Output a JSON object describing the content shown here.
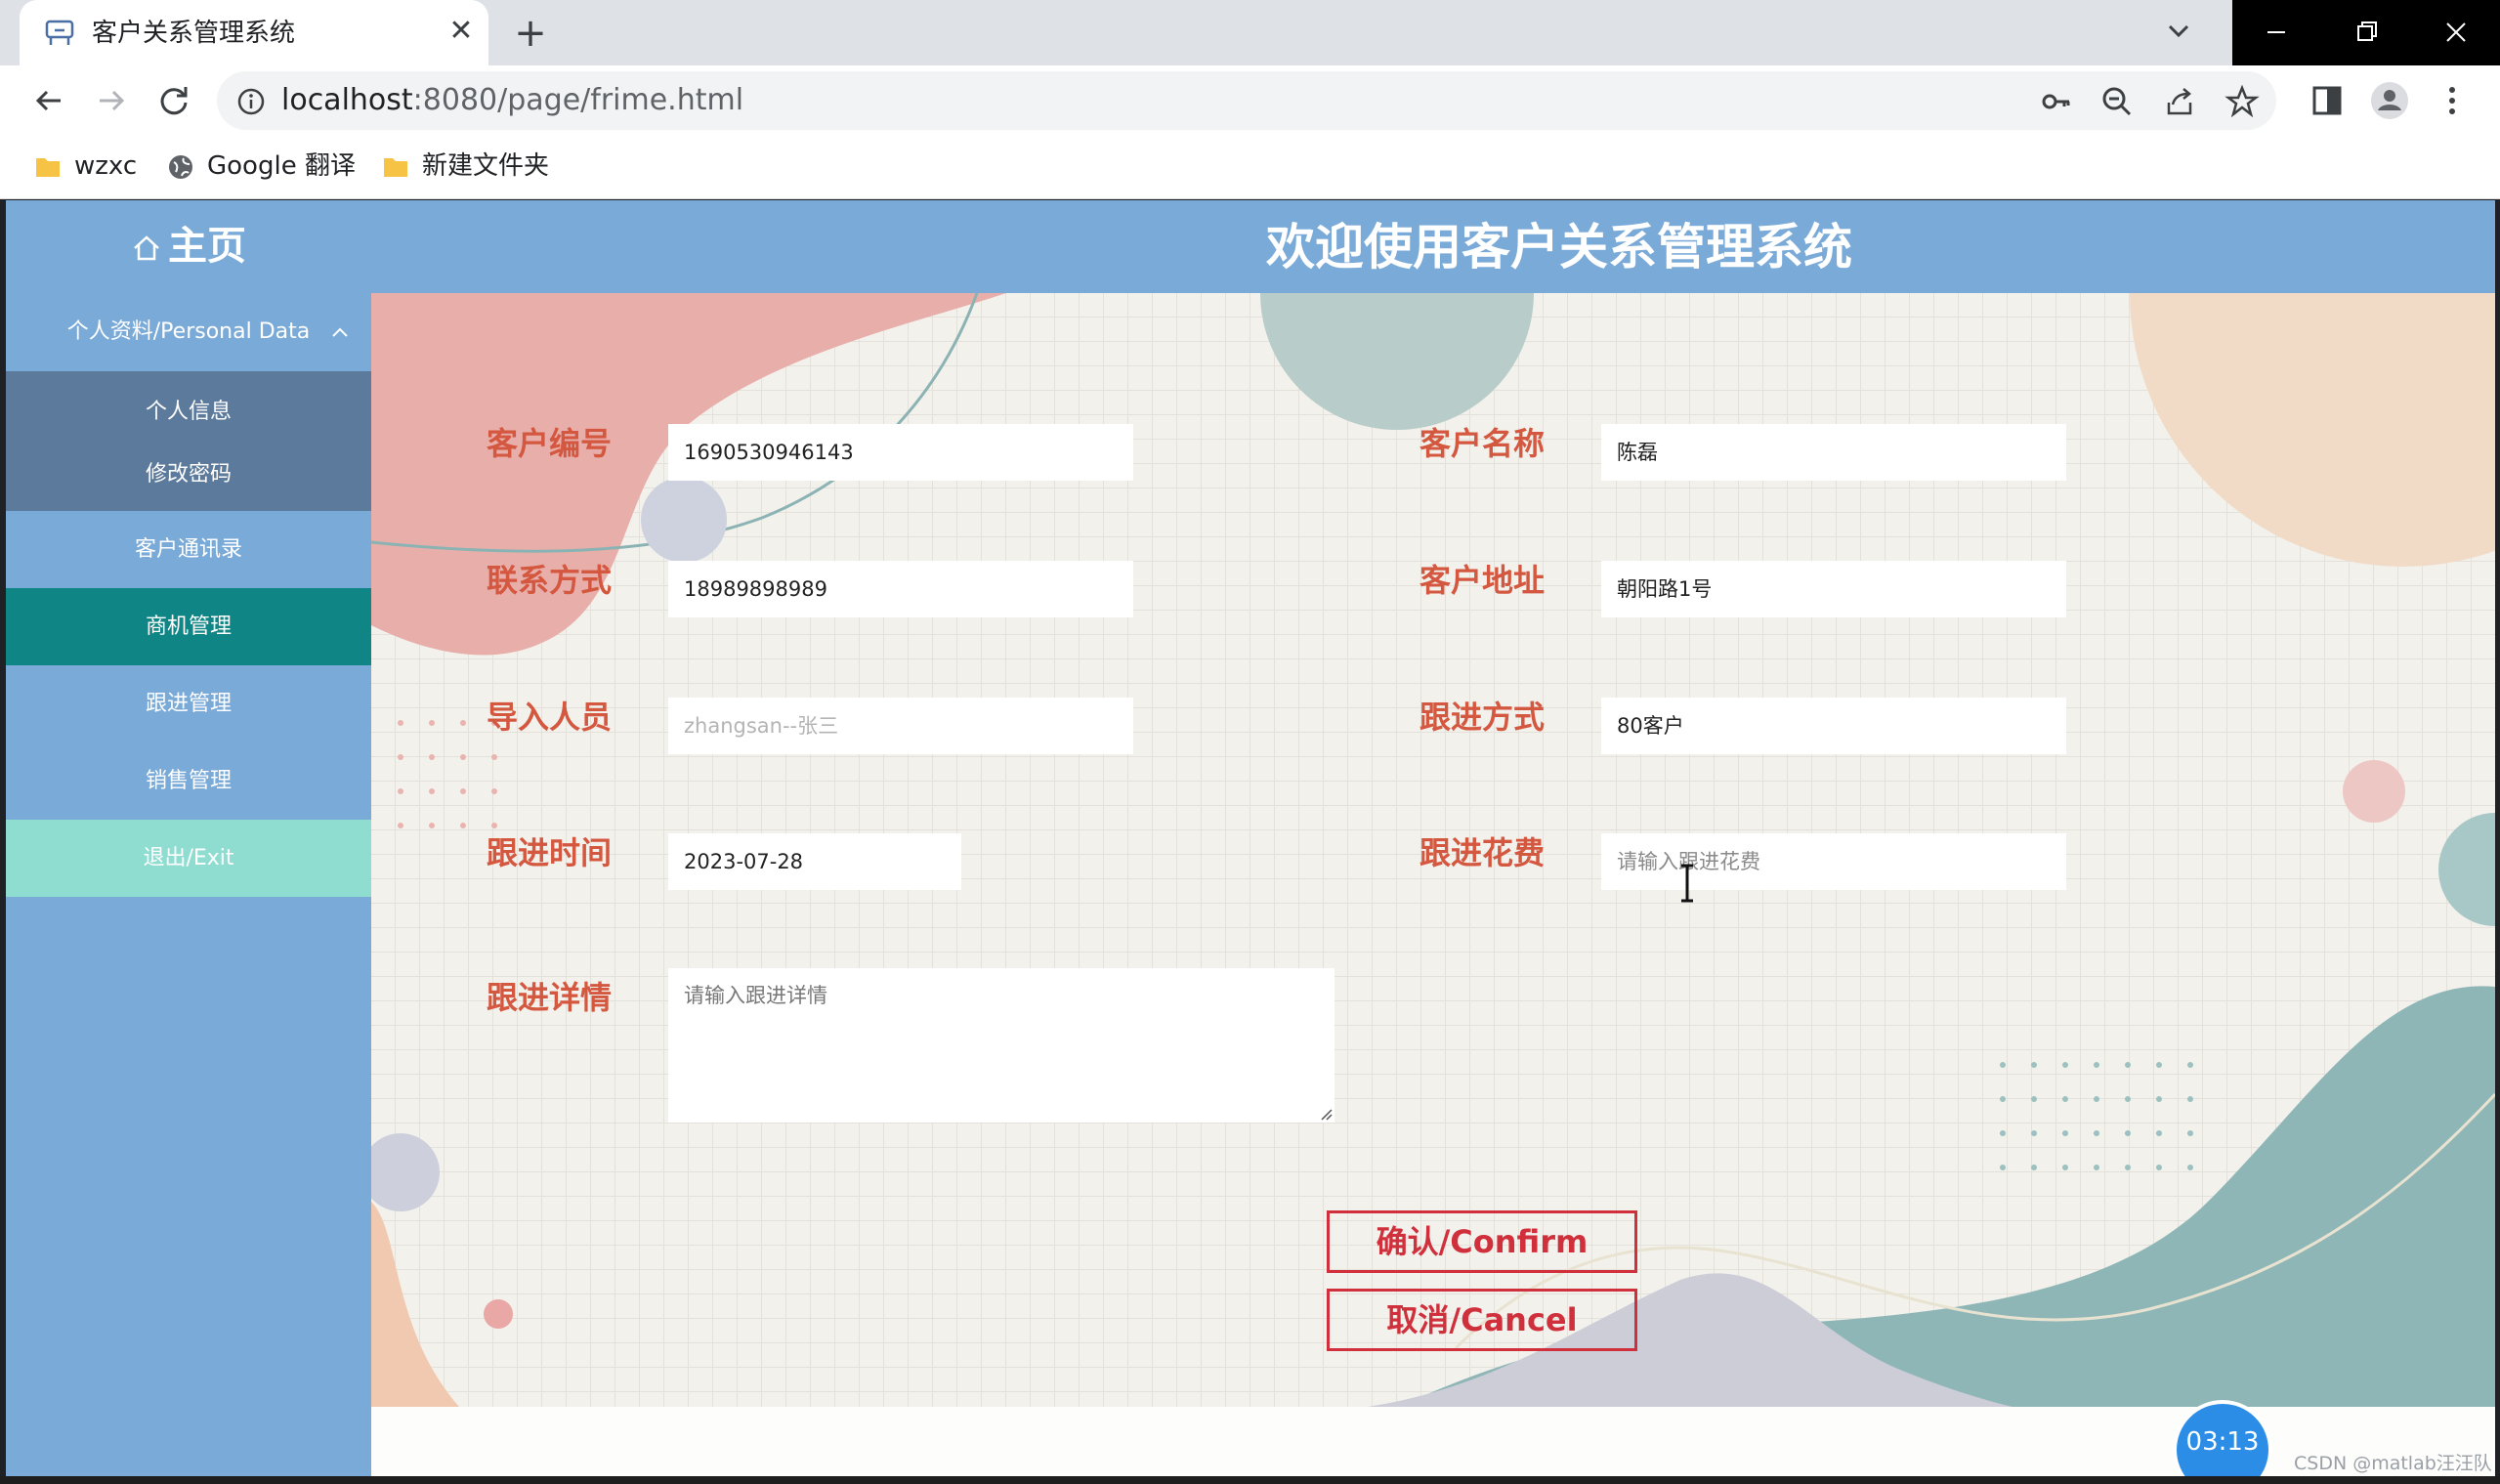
{
  "browser": {
    "tab_title": "客户关系管理系统",
    "tab_close": "✕",
    "new_tab": "+",
    "url_host": "localhost",
    "url_rest": ":8080/page/frime.html",
    "bookmarks": [
      {
        "label": "wzxc",
        "icon": "folder-icon"
      },
      {
        "label": "Google 翻译",
        "icon": "globe-icon"
      },
      {
        "label": "新建文件夹",
        "icon": "folder-icon"
      }
    ]
  },
  "header": {
    "home_label": "主页",
    "welcome": "欢迎使用客户关系管理系统"
  },
  "sidebar": {
    "group_label": "个人资料/Personal Data",
    "sub_items": [
      "个人信息",
      "修改密码"
    ],
    "items": [
      "客户通讯录",
      "商机管理",
      "跟进管理",
      "销售管理",
      "退出/Exit"
    ],
    "active_item": "商机管理"
  },
  "form": {
    "customer_id_label": "客户编号",
    "customer_id_value": "1690530946143",
    "customer_name_label": "客户名称",
    "customer_name_value": "陈磊",
    "contact_label": "联系方式",
    "contact_value": "18989898989",
    "address_label": "客户地址",
    "address_value": "朝阳路1号",
    "importer_label": "导入人员",
    "importer_placeholder": "zhangsan--张三",
    "follow_method_label": "跟进方式",
    "follow_method_value": "80客户",
    "follow_time_label": "跟进时间",
    "follow_time_value": "2023-07-28",
    "follow_cost_label": "跟进花费",
    "follow_cost_placeholder": "请输入跟进花费",
    "follow_detail_label": "跟进详情",
    "follow_detail_placeholder": "请输入跟进详情",
    "confirm_label": "确认/Confirm",
    "cancel_label": "取消/Cancel"
  },
  "overlay": {
    "timer": "03:13",
    "watermark": "CSDN @matlab汪汪队"
  },
  "colors": {
    "header_blue": "#7aaad8",
    "active_teal": "#0f8585",
    "exit_mint": "#8fdcd0",
    "label_red": "#d4573f",
    "button_red": "#d0303c"
  }
}
